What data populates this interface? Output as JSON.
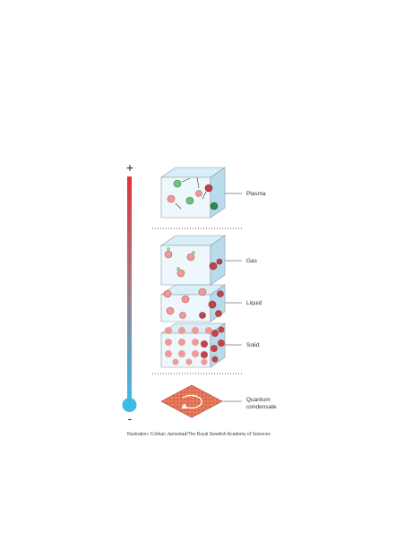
{
  "scale": {
    "plus_sign": "+",
    "minus_sign": "-",
    "hot_color": "#e2323a",
    "cold_color": "#3bbce8"
  },
  "states": [
    {
      "label": "Plasma"
    },
    {
      "label": "Gas"
    },
    {
      "label": "Liquid"
    },
    {
      "label": "Solid"
    },
    {
      "label_line1": "Quantum",
      "label_line2": "condensate"
    }
  ],
  "colors": {
    "cube_top": "#d9eef6",
    "cube_front": "#eef8fc",
    "cube_side": "#b9dcec",
    "molecule_pink": "#ee9a97",
    "molecule_dark": "#c0444a",
    "ion_green": "#6fc27f",
    "condensate": "#e8795b"
  },
  "credit": "Illustration: ©Johan Jarnestad/The Royal Swedish Academy of Sciences"
}
